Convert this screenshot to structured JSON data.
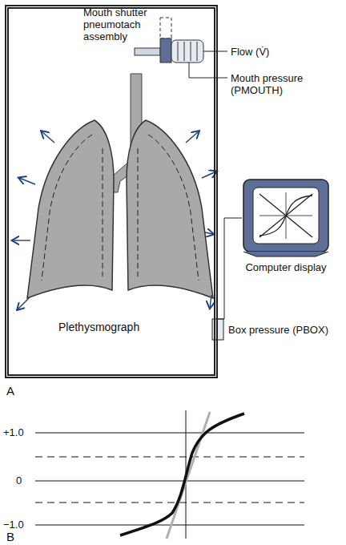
{
  "diagram": {
    "nodes": [
      {
        "text": [
          "Plethysmograph"
        ]
      },
      {
        "text": [
          "Computer display"
        ]
      }
    ],
    "edges": [
      {
        "from": 0,
        "to": 1,
        "arrow": "none"
      }
    ],
    "labels": [
      "Mouth shutter pneumotach assembly",
      "Flow (V̇)",
      "Mouth pressure (PMOUTH)",
      "Box pressure (PBOX)",
      "A",
      "+1.0",
      "0",
      "−1.0",
      "B"
    ]
  }
}
